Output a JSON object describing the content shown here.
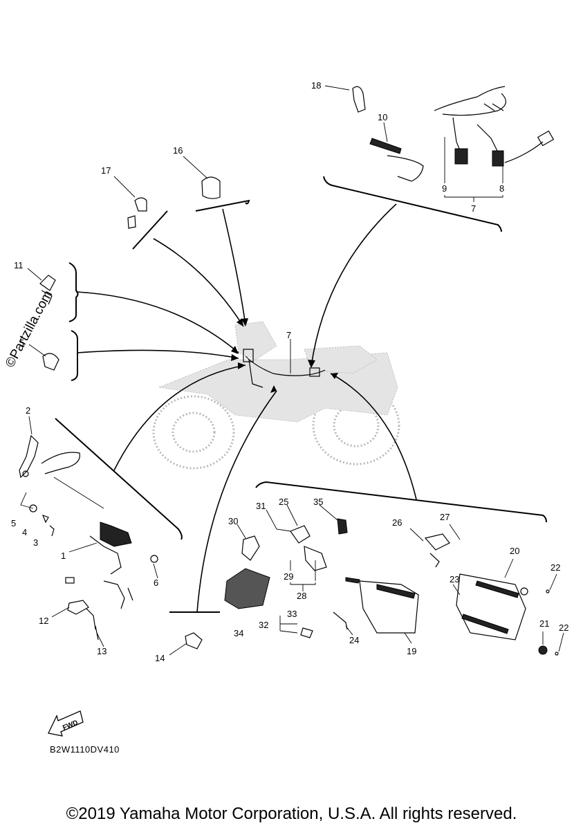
{
  "diagram": {
    "watermark": "©Partzilla.com",
    "reference_code": "B2W1110DV410",
    "copyright": "©2019 Yamaha Motor Corporation, U.S.A. All rights reserved.",
    "fwd_label": "FWD",
    "callouts": {
      "c1": "1",
      "c2": "2",
      "c3": "3",
      "c4": "4",
      "c5a": "5",
      "c5b": "5",
      "c6": "6",
      "c7a": "7",
      "c7b": "7",
      "c8": "8",
      "c9": "9",
      "c10": "10",
      "c11": "11",
      "c12": "12",
      "c13": "13",
      "c14": "14",
      "c16": "16",
      "c17": "17",
      "c18": "18",
      "c19": "19",
      "c20": "20",
      "c21": "21",
      "c22a": "22",
      "c22b": "22",
      "c23": "23",
      "c24": "24",
      "c25": "25",
      "c26": "26",
      "c27": "27",
      "c28": "28",
      "c29": "29",
      "c30": "30",
      "c31": "31",
      "c32": "32",
      "c33": "33",
      "c34": "34",
      "c35": "35"
    }
  }
}
